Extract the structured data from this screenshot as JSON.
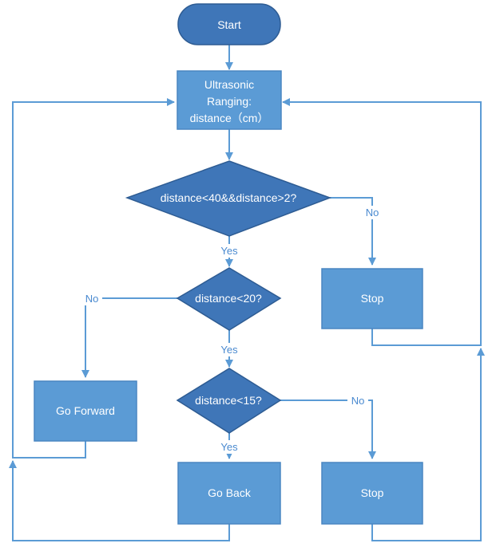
{
  "nodes": {
    "start": "Start",
    "ranging": [
      "Ultrasonic",
      "Ranging:",
      "distance（cm）"
    ],
    "cond_range": "distance<40&&distance>2?",
    "stop_top": "Stop",
    "cond_20": "distance<20?",
    "go_forward": "Go Forward",
    "cond_15": "distance<15?",
    "go_back": "Go Back",
    "stop_bottom": "Stop"
  },
  "edges": {
    "range_no": "No",
    "range_yes": "Yes",
    "c20_no": "No",
    "c20_yes": "Yes",
    "c15_no": "No",
    "c15_yes": "Yes"
  },
  "colors": {
    "line": "#5b9bd5",
    "box": "#5b9bd5",
    "dark": "#3f76b8",
    "label": "#4a8ad0"
  }
}
